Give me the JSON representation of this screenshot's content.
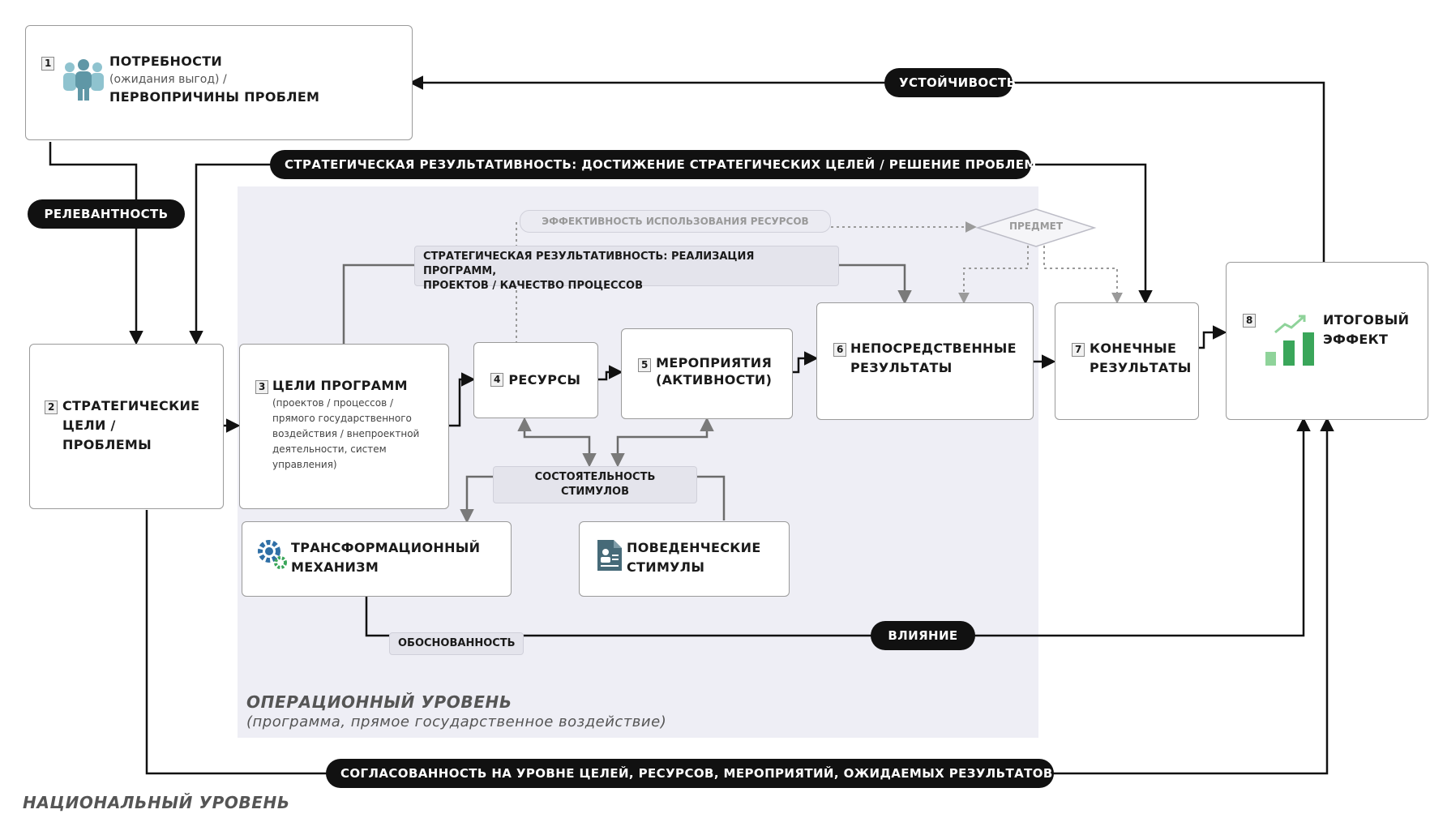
{
  "boxes": {
    "needs": {
      "num": "1",
      "title": "ПОТРЕБНОСТИ",
      "subtitle": "(ожидания выгод) /",
      "title2": "ПЕРВОПРИЧИНЫ ПРОБЛЕМ"
    },
    "strategic_goals": {
      "num": "2",
      "line1": "СТРАТЕГИЧЕСКИЕ",
      "line2": "ЦЕЛИ /",
      "line3": "ПРОБЛЕМЫ"
    },
    "program_goals": {
      "num": "3",
      "title": "ЦЕЛИ ПРОГРАММ",
      "details": [
        "(проектов / процессов /",
        "прямого государственного",
        "воздействия / внепроектной",
        "деятельности, систем",
        "управления)"
      ]
    },
    "resources": {
      "num": "4",
      "title": "РЕСУРСЫ"
    },
    "activities": {
      "num": "5",
      "line1": "МЕРОПРИЯТИЯ",
      "line2": "(АКТИВНОСТИ)"
    },
    "immediate_results": {
      "num": "6",
      "line1": "НЕПОСРЕДСТВЕННЫЕ",
      "line2": "РЕЗУЛЬТАТЫ"
    },
    "final_results": {
      "num": "7",
      "line1": "КОНЕЧНЫЕ",
      "line2": "РЕЗУЛЬТАТЫ"
    },
    "total_effect": {
      "num": "8",
      "line1": "ИТОГОВЫЙ",
      "line2": "ЭФФЕКТ"
    },
    "transform": {
      "line1": "ТРАНСФОРМАЦИОННЫЙ",
      "line2": "МЕХАНИЗМ"
    },
    "behavior": {
      "line1": "ПОВЕДЕНЧЕСКИЕ",
      "line2": "СТИМУЛЫ"
    }
  },
  "pills": {
    "sustainability": "УСТОЙЧИВОСТЬ",
    "strategic_performance": "СТРАТЕГИЧЕСКАЯ РЕЗУЛЬТАТИВНОСТЬ: ДОСТИЖЕНИЕ СТРАТЕГИЧЕСКИХ ЦЕЛЕЙ / РЕШЕНИЕ ПРОБЛЕМ",
    "relevance": "РЕЛЕВАНТНОСТЬ",
    "influence": "ВЛИЯНИЕ",
    "consistency": "СОГЛАСОВАННОСТЬ НА УРОВНЕ ЦЕЛЕЙ, РЕСУРСОВ, МЕРОПРИЯТИЙ, ОЖИДАЕМЫХ РЕЗУЛЬТАТОВ"
  },
  "tags": {
    "efficiency": "ЭФФЕКТИВНОСТЬ ИСПОЛЬЗОВАНИЯ РЕСУРСОВ",
    "subject": "ПРЕДМЕТ",
    "program_performance_1": "СТРАТЕГИЧЕСКАЯ РЕЗУЛЬТАТИВНОСТЬ: РЕАЛИЗАЦИЯ ПРОГРАММ,",
    "program_performance_2": "ПРОЕКТОВ / КАЧЕСТВО ПРОЦЕССОВ",
    "incentives": "СОСТОЯТЕЛЬНОСТЬ СТИМУЛОВ",
    "validity": "ОБОСНОВАННОСТЬ"
  },
  "zones": {
    "operational_title": "ОПЕРАЦИОННЫЙ УРОВЕНЬ",
    "operational_sub": "(программа, прямое государственное воздействие)",
    "national_title": "НАЦИОНАЛЬНЫЙ УРОВЕНЬ"
  },
  "colors": {
    "black": "#111111",
    "gray_arrow": "#6b6b6b",
    "zone": "#eeeef5",
    "people_icon": "#5f97a6",
    "chart_green": "#3aa65a",
    "chart_light_green": "#8fd39a"
  },
  "icons": [
    "people-icon",
    "gear-icon",
    "document-person-icon",
    "growth-chart-icon"
  ]
}
